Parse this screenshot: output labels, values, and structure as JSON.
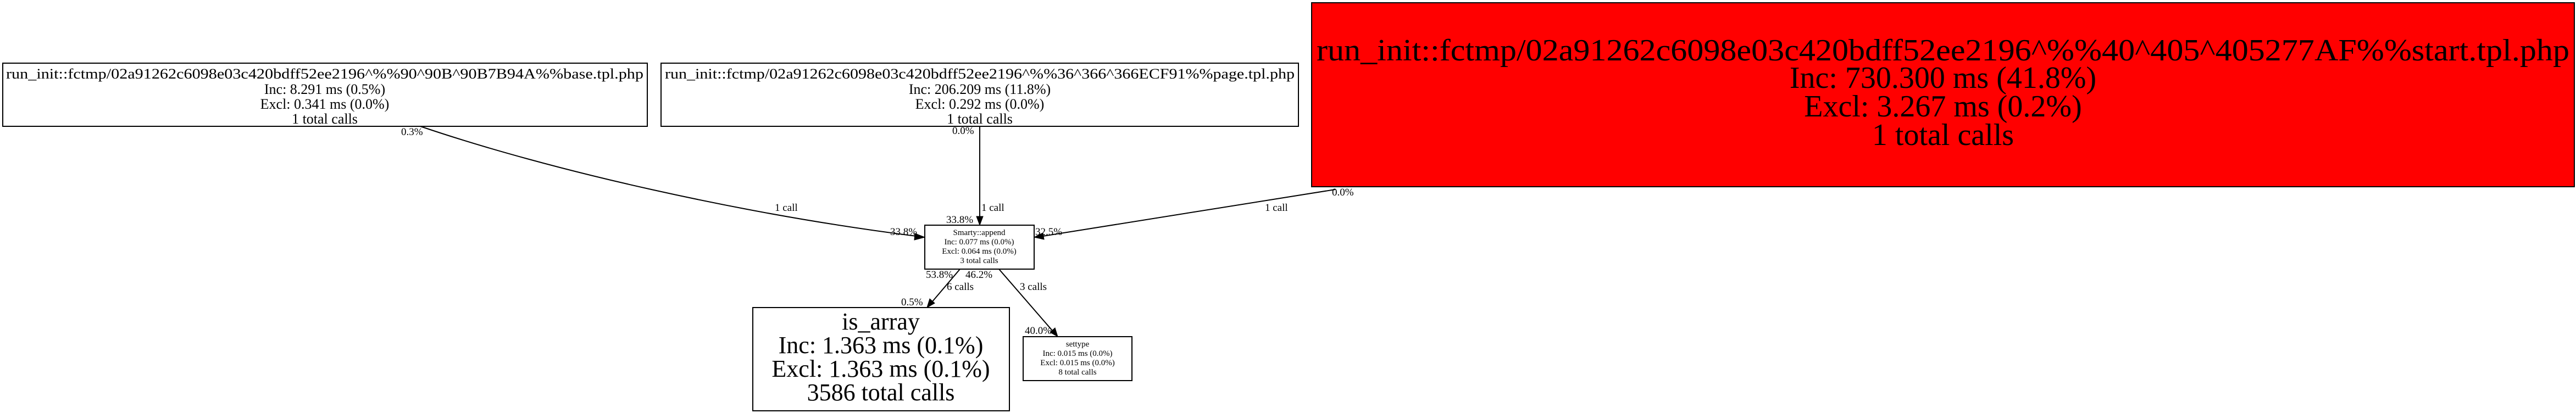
{
  "nodes": {
    "base": {
      "name": "run_init::fctmp/02a91262c6098e03c420bdff52ee2196^%%90^90B^90B7B94A%%base.tpl.php",
      "inc": "Inc: 8.291 ms (0.5%)",
      "excl": "Excl: 0.341 ms (0.0%)",
      "calls": "1 total calls"
    },
    "page": {
      "name": "run_init::fctmp/02a91262c6098e03c420bdff52ee2196^%%36^366^366ECF91%%page.tpl.php",
      "inc": "Inc: 206.209 ms (11.8%)",
      "excl": "Excl: 0.292 ms (0.0%)",
      "calls": "1 total calls"
    },
    "start": {
      "name": "run_init::fctmp/02a91262c6098e03c420bdff52ee2196^%%40^405^405277AF%%start.tpl.php",
      "inc": "Inc: 730.300 ms (41.8%)",
      "excl": "Excl: 3.267 ms (0.2%)",
      "calls": "1 total calls",
      "fill": "#ff0000"
    },
    "append": {
      "name": "Smarty::append",
      "inc": "Inc: 0.077 ms (0.0%)",
      "excl": "Excl: 0.064 ms (0.0%)",
      "calls": "3 total calls"
    },
    "is_array": {
      "name": "is_array",
      "inc": "Inc: 1.363 ms (0.1%)",
      "excl": "Excl: 1.363 ms (0.1%)",
      "calls": "3586 total calls"
    },
    "settype": {
      "name": "settype",
      "inc": "Inc: 0.015 ms (0.0%)",
      "excl": "Excl: 0.015 ms (0.0%)",
      "calls": "8 total calls"
    }
  },
  "edges": {
    "base_append": {
      "label": "1 call",
      "tail": "0.3%",
      "head": "33.8%"
    },
    "page_append": {
      "label": "1 call",
      "tail": "0.0%",
      "head": "33.8%"
    },
    "start_append": {
      "label": "1 call",
      "tail": "0.0%",
      "head": "32.5%"
    },
    "append_is_array": {
      "label": "6 calls",
      "tail": "53.8%",
      "head": "0.5%"
    },
    "append_settype": {
      "label": "3 calls",
      "tail": "46.2%",
      "head": "40.0%"
    }
  }
}
